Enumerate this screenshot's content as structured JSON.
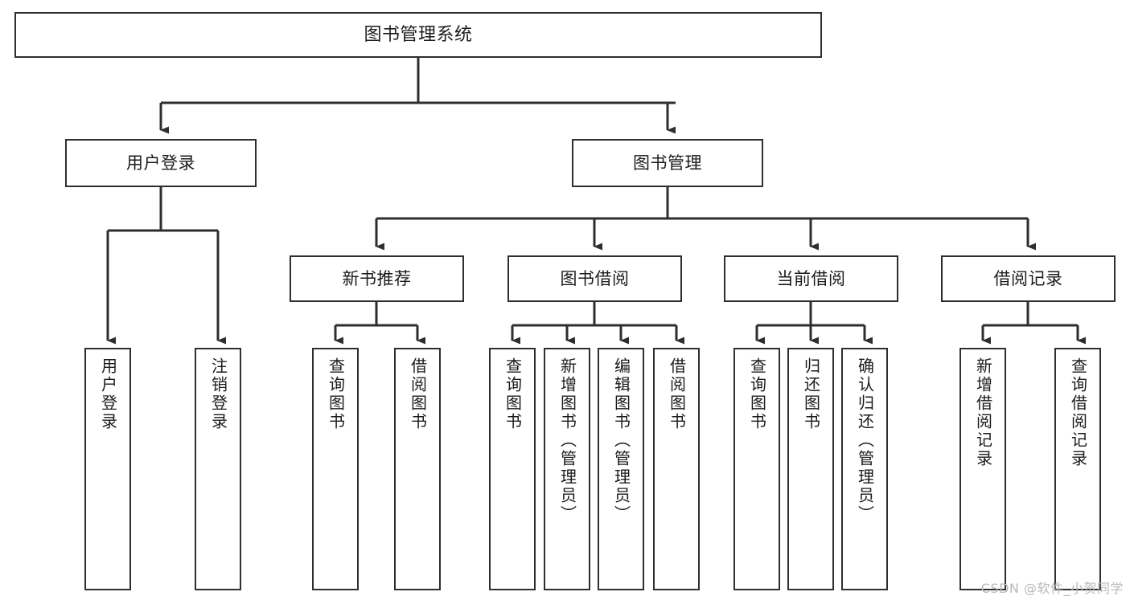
{
  "diagram": {
    "title": "图书管理系统",
    "type": "tree-hierarchy-chart",
    "watermark": "CSDN @软件_小贺同学",
    "colors": {
      "stroke": "#2e2e2e",
      "fill": "#ffffff",
      "text": "#1b1b1b",
      "watermark": "#b9b9b9"
    },
    "root": {
      "label": "图书管理系统"
    },
    "level2": [
      {
        "label": "用户登录"
      },
      {
        "label": "图书管理"
      }
    ],
    "level3": [
      {
        "label": "新书推荐"
      },
      {
        "label": "图书借阅"
      },
      {
        "label": "当前借阅"
      },
      {
        "label": "借阅记录"
      }
    ],
    "leaves": {
      "user_login": [
        {
          "label": "用户登录"
        },
        {
          "label": "注销登录"
        }
      ],
      "new_book_rec": [
        {
          "label": "查询图书"
        },
        {
          "label": "借阅图书"
        }
      ],
      "book_borrow": [
        {
          "label": "查询图书"
        },
        {
          "label": "新增图书（管理员）"
        },
        {
          "label": "编辑图书（管理员）"
        },
        {
          "label": "借阅图书"
        }
      ],
      "current_borrow": [
        {
          "label": "查询图书"
        },
        {
          "label": "归还图书"
        },
        {
          "label": "确认归还（管理员）"
        }
      ],
      "borrow_record": [
        {
          "label": "新增借阅记录"
        },
        {
          "label": "查询借阅记录"
        }
      ]
    }
  }
}
